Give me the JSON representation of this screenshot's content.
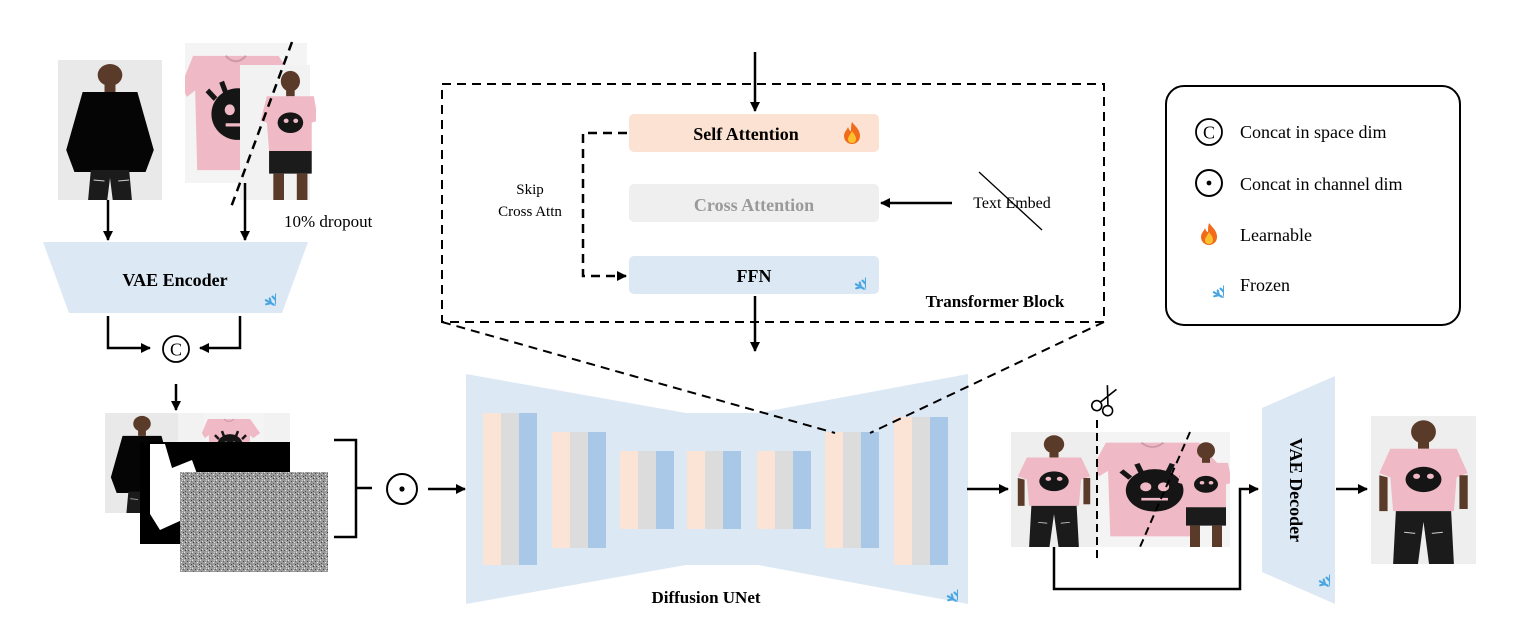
{
  "vae_encoder": {
    "label": "VAE Encoder"
  },
  "vae_decoder": {
    "label": "VAE Decoder"
  },
  "dropout": {
    "label": "10% dropout"
  },
  "skip_cross_attn": {
    "line1": "Skip",
    "line2": "Cross Attn"
  },
  "transformer_block": {
    "title": "Transformer Block",
    "self_attention": "Self Attention",
    "cross_attention": "Cross Attention",
    "ffn": "FFN",
    "text_embed": "Text Embed"
  },
  "unet": {
    "label": "Diffusion UNet"
  },
  "symbols": {
    "concat_space": "C"
  },
  "legend": {
    "items": [
      {
        "icon": "concat-space-icon",
        "label": "Concat in space dim"
      },
      {
        "icon": "concat-channel-icon",
        "label": "Concat in channel dim"
      },
      {
        "icon": "fire-icon",
        "label": "Learnable"
      },
      {
        "icon": "snowflake-icon",
        "label": "Frozen"
      }
    ]
  },
  "colors": {
    "frozen_blue": "#dde8f5",
    "learnable_peach": "#fbe2d2",
    "disabled_gray": "#efefef",
    "bar_peach": "#fbe4d6",
    "bar_gray": "#dcdcdc",
    "bar_blue": "#a9c8e8",
    "photo_bg": "#ededed",
    "tshirt_pink": "#efb9c6",
    "skin": "#5a3a28"
  }
}
